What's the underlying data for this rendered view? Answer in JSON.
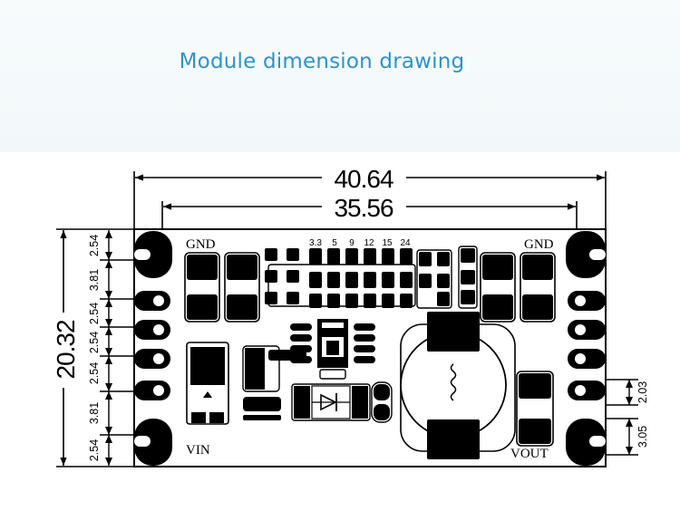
{
  "header": {
    "title": "Module dimension drawing"
  },
  "dimensions": {
    "overall_width": "40.64",
    "pin_span": "35.56",
    "overall_height": "20.32",
    "left_pitches": [
      "2.54",
      "3.81",
      "2.54",
      "2.54",
      "2.54",
      "3.81",
      "2.54"
    ],
    "right_pitches": [
      "2.03",
      "3.05"
    ]
  },
  "silkscreen": {
    "gnd_left": "GND",
    "gnd_right": "GND",
    "vin": "VIN",
    "vout": "VOUT",
    "voltage_options": [
      "3.3",
      "5",
      "9",
      "12",
      "15",
      "24"
    ]
  },
  "colors": {
    "title": "#2f93c8",
    "ink": "#000000"
  }
}
